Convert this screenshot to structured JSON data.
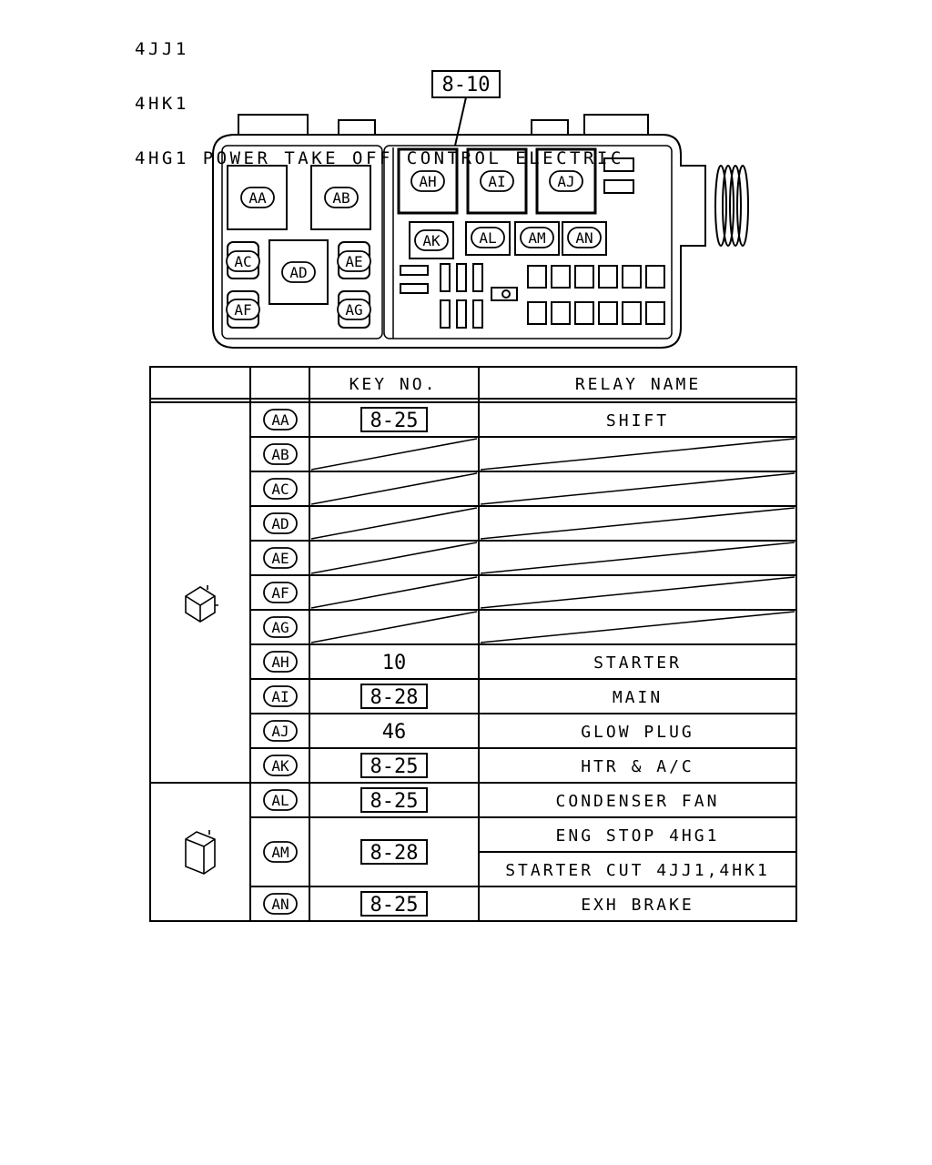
{
  "title": {
    "lines": [
      "4JJ1",
      "4HK1",
      "4HG1 POWER TAKE OFF CONTROL ELECTRIC"
    ]
  },
  "diagram": {
    "ref_key": "8-10",
    "relay_slots": [
      "AA",
      "AB",
      "AC",
      "AD",
      "AE",
      "AF",
      "AG",
      "AH",
      "AI",
      "AJ",
      "AK",
      "AL",
      "AM",
      "AN"
    ]
  },
  "table": {
    "headers": {
      "col1": "",
      "col2": "",
      "key_no": "KEY NO.",
      "relay_name": "RELAY NAME"
    },
    "groups": [
      {
        "icon": "cube-relay-icon"
      },
      {
        "icon": "tall-relay-icon"
      }
    ],
    "rows": [
      {
        "id": "AA",
        "key": "8-25",
        "key_boxed": true,
        "name": "SHIFT"
      },
      {
        "id": "AB",
        "key": "",
        "key_boxed": false,
        "name": "",
        "blank": true
      },
      {
        "id": "AC",
        "key": "",
        "key_boxed": false,
        "name": "",
        "blank": true
      },
      {
        "id": "AD",
        "key": "",
        "key_boxed": false,
        "name": "",
        "blank": true
      },
      {
        "id": "AE",
        "key": "",
        "key_boxed": false,
        "name": "",
        "blank": true
      },
      {
        "id": "AF",
        "key": "",
        "key_boxed": false,
        "name": "",
        "blank": true
      },
      {
        "id": "AG",
        "key": "",
        "key_boxed": false,
        "name": "",
        "blank": true
      },
      {
        "id": "AH",
        "key": "10",
        "key_boxed": false,
        "name": "STARTER"
      },
      {
        "id": "AI",
        "key": "8-28",
        "key_boxed": true,
        "name": "MAIN"
      },
      {
        "id": "AJ",
        "key": "46",
        "key_boxed": false,
        "name": "GLOW PLUG"
      },
      {
        "id": "AK",
        "key": "8-25",
        "key_boxed": true,
        "name": "HTR & A/C"
      },
      {
        "id": "AL",
        "key": "8-25",
        "key_boxed": true,
        "name": "CONDENSER FAN"
      },
      {
        "id": "AM",
        "key": "8-28",
        "key_boxed": true,
        "name": "ENG STOP 4HG1",
        "name2": "STARTER CUT 4JJ1,4HK1"
      },
      {
        "id": "AN",
        "key": "8-25",
        "key_boxed": true,
        "name": "EXH BRAKE"
      }
    ]
  }
}
